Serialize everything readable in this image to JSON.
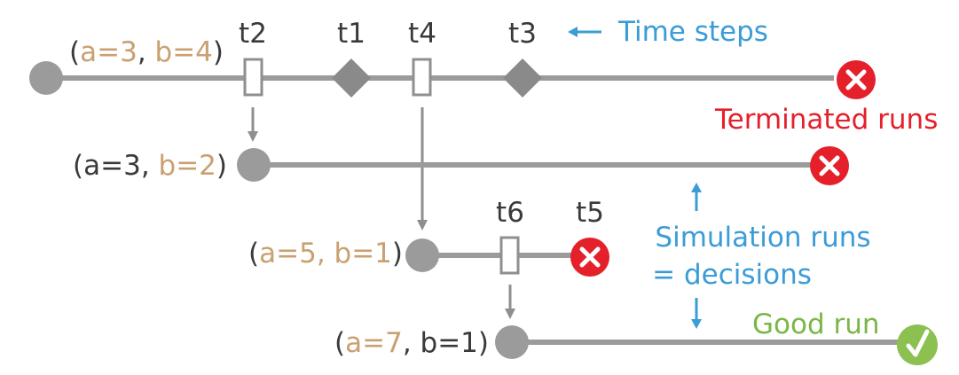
{
  "legend": {
    "time_steps": "Time steps",
    "terminated_runs": "Terminated runs",
    "simulation_runs_line1": "Simulation runs",
    "simulation_runs_line2": "= decisions",
    "good_run": "Good run"
  },
  "time_steps": {
    "t1": "t1",
    "t2": "t2",
    "t3": "t3",
    "t4": "t4",
    "t5": "t5",
    "t6": "t6"
  },
  "runs": [
    {
      "open": "(",
      "a": "a=3",
      "sep": ", ",
      "b": "b=4",
      "close": ")",
      "a_changed": true,
      "b_changed": true,
      "outcome": "terminated"
    },
    {
      "open": "(",
      "a": "a=3",
      "sep": ", ",
      "b": "b=2",
      "close": ")",
      "a_changed": false,
      "b_changed": true,
      "outcome": "terminated"
    },
    {
      "open": "(",
      "a": "a=5",
      "sep": ", ",
      "b": "b=1",
      "close": ")",
      "a_changed": true,
      "b_changed": true,
      "outcome": "terminated"
    },
    {
      "open": "(",
      "a": "a=7",
      "sep": ", ",
      "b": "b=1",
      "close": ")",
      "a_changed": true,
      "b_changed": false,
      "outcome": "good"
    }
  ],
  "colors": {
    "changed_value": "#c9a072",
    "unchanged_value": "#3a3a3a",
    "annotation_blue": "#3b9cd6",
    "terminated_red": "#e4202b",
    "good_green": "#7ab648",
    "run_line": "#9b9b9b"
  },
  "icons": {
    "terminated": "x-circle-icon",
    "good": "check-circle-icon",
    "start": "start-dot-icon",
    "decision_step": "rectangle-step-icon",
    "event_step": "diamond-step-icon"
  }
}
